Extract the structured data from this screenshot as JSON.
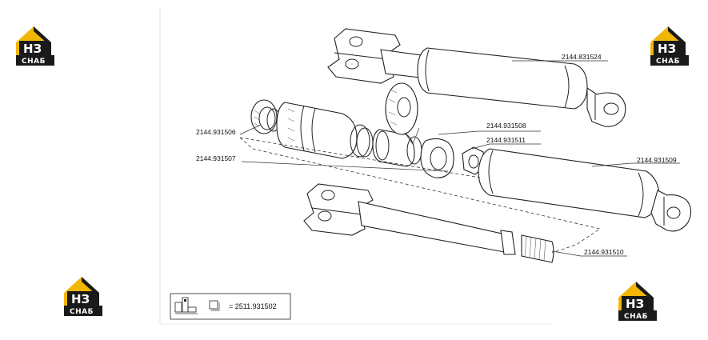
{
  "logo": {
    "top_text": "НЗ",
    "bottom_text": "СНАБ",
    "color_gold": "#f2b705",
    "color_dark": "#1a1a1a"
  },
  "parts": {
    "p1": "2144.831524",
    "p2": "2144.931506",
    "p3": "2144.931508",
    "p4": "2144.931511",
    "p5": "2144.931507",
    "p6": "2144.931509",
    "p7": "2144.931510"
  },
  "kit": {
    "text": "= 2511.931502",
    "icon": "repair-kit-icon"
  }
}
